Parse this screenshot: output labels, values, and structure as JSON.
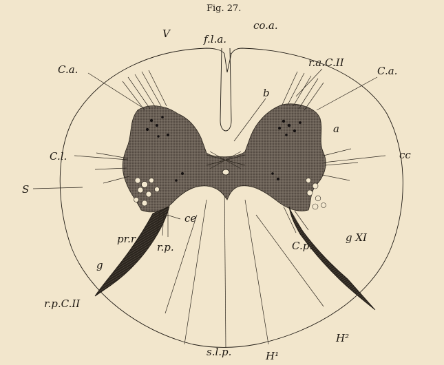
{
  "figure": {
    "title": "Fig. 27."
  },
  "labels": {
    "V": "V",
    "fla": "f.l.a.",
    "coa": "co.a.",
    "ca_left": "C.a.",
    "raCII": "r.a.C.II",
    "ca_right": "C.a.",
    "b": "b",
    "a": "a",
    "cl": "C.l.",
    "cc": "cc",
    "S": "S",
    "ce": "ce",
    "prr": "pr.r.",
    "rp": "r.p.",
    "cp": "C.p.",
    "gXI": "g XI",
    "g": "g",
    "rpCII": "r.p.C.II",
    "slp": "s.l.p.",
    "H1": "H¹",
    "H2": "H²"
  },
  "colors": {
    "paper": "#f2e6cc",
    "ink": "#1d1812",
    "grey_matter": "#5a5147"
  }
}
